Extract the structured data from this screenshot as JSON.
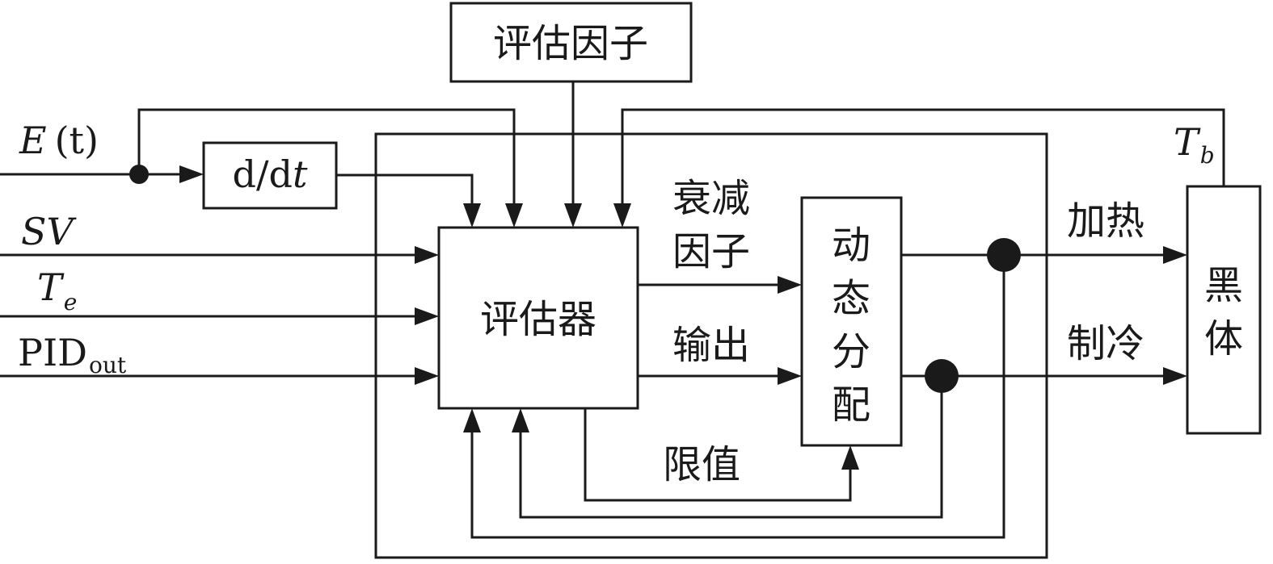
{
  "inputs": {
    "e_main": "E",
    "e_arg": "(t)",
    "sv": "SV",
    "te_main": "T",
    "te_sub": "e",
    "pid_main": "PID",
    "pid_sub": "out"
  },
  "blocks": {
    "deriv_roman": "d/d",
    "deriv_var": "t",
    "eval_factor": "评估因子",
    "evaluator": "评估器",
    "dispatch_line1": "动",
    "dispatch_line2": "态",
    "dispatch_line3": "分",
    "dispatch_line4": "配",
    "blackbody_line1": "黑",
    "blackbody_line2": "体"
  },
  "labels": {
    "decay_line1": "衰减",
    "decay_line2": "因子",
    "output": "输出",
    "limit": "限值",
    "heat": "加热",
    "cool": "制冷",
    "tb_main": "T",
    "tb_sub": "b"
  }
}
